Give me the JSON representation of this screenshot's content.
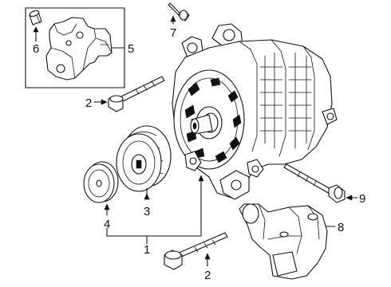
{
  "callouts": {
    "c1": "1",
    "c2a": "2",
    "c2b": "2",
    "c3": "3",
    "c4": "4",
    "c5": "5",
    "c6": "6",
    "c7": "7",
    "c8": "8",
    "c9": "9"
  },
  "colors": {
    "line": "#111111",
    "background": "#ffffff"
  }
}
